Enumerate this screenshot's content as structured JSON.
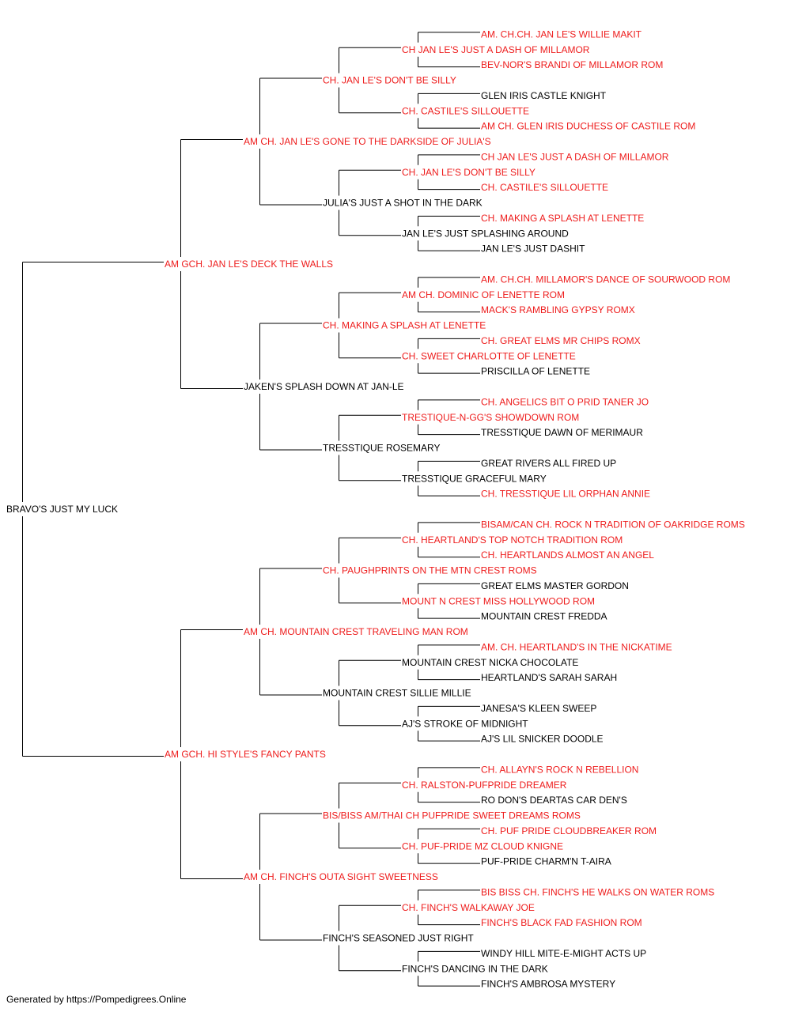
{
  "colors": {
    "champion": "#ee1c1c",
    "regular": "#000000",
    "line": "#000000"
  },
  "pedigree": {
    "subject": {
      "name": "BRAVO'S JUST MY LUCK",
      "red": false
    },
    "sire": {
      "name": "AM GCH. JAN LE'S DECK THE WALLS",
      "red": true,
      "sire": {
        "name": "AM CH. JAN LE'S GONE TO THE DARKSIDE OF JULIA'S",
        "red": true,
        "sire": {
          "name": "CH. JAN LE'S DON'T BE SILLY",
          "red": true,
          "sire": {
            "name": "CH JAN LE'S JUST A DASH OF MILLAMOR",
            "red": true,
            "sire": {
              "name": "AM. CH.CH. JAN LE'S WILLIE MAKIT",
              "red": true
            },
            "dam": {
              "name": "BEV-NOR'S BRANDI OF MILLAMOR ROM",
              "red": true
            }
          },
          "dam": {
            "name": "CH. CASTILE'S SILLOUETTE",
            "red": true,
            "sire": {
              "name": "GLEN IRIS CASTLE KNIGHT",
              "red": false
            },
            "dam": {
              "name": "AM CH. GLEN IRIS DUCHESS OF CASTILE ROM",
              "red": true
            }
          }
        },
        "dam": {
          "name": "JULIA'S JUST A SHOT IN THE DARK",
          "red": false,
          "sire": {
            "name": "CH. JAN LE'S DON'T BE SILLY",
            "red": true,
            "sire": {
              "name": "CH JAN LE'S JUST A DASH OF MILLAMOR",
              "red": true
            },
            "dam": {
              "name": "CH. CASTILE'S SILLOUETTE",
              "red": true
            }
          },
          "dam": {
            "name": "JAN LE'S JUST SPLASHING AROUND",
            "red": false,
            "sire": {
              "name": "CH. MAKING A SPLASH AT LENETTE",
              "red": true
            },
            "dam": {
              "name": "JAN LE'S JUST DASHIT",
              "red": false
            }
          }
        }
      },
      "dam": {
        "name": "JAKEN'S SPLASH DOWN AT JAN-LE",
        "red": false,
        "sire": {
          "name": "CH. MAKING A SPLASH AT LENETTE",
          "red": true,
          "sire": {
            "name": "AM CH. DOMINIC OF LENETTE ROM",
            "red": true,
            "sire": {
              "name": "AM. CH.CH. MILLAMOR'S DANCE OF SOURWOOD ROM",
              "red": true
            },
            "dam": {
              "name": "MACK'S RAMBLING GYPSY ROMX",
              "red": true
            }
          },
          "dam": {
            "name": "CH. SWEET CHARLOTTE OF LENETTE",
            "red": true,
            "sire": {
              "name": "CH. GREAT ELMS MR CHIPS ROMX",
              "red": true
            },
            "dam": {
              "name": "PRISCILLA OF LENETTE",
              "red": false
            }
          }
        },
        "dam": {
          "name": "TRESSTIQUE ROSEMARY",
          "red": false,
          "sire": {
            "name": "TRESTIQUE-N-GG'S SHOWDOWN ROM",
            "red": true,
            "sire": {
              "name": "CH. ANGELICS BIT O PRID TANER JO",
              "red": true
            },
            "dam": {
              "name": "TRESSTIQUE DAWN OF MERIMAUR",
              "red": false
            }
          },
          "dam": {
            "name": "TRESSTIQUE GRACEFUL MARY",
            "red": false,
            "sire": {
              "name": "GREAT RIVERS ALL FIRED UP",
              "red": false
            },
            "dam": {
              "name": "CH. TRESSTIQUE LIL ORPHAN ANNIE",
              "red": true
            }
          }
        }
      }
    },
    "dam": {
      "name": "AM GCH. HI STYLE'S FANCY PANTS",
      "red": true,
      "sire": {
        "name": "AM CH. MOUNTAIN CREST TRAVELING MAN ROM",
        "red": true,
        "sire": {
          "name": "CH. PAUGHPRINTS ON THE MTN CREST ROMS",
          "red": true,
          "sire": {
            "name": "CH. HEARTLAND'S TOP NOTCH TRADITION ROM",
            "red": true,
            "sire": {
              "name": "BISAM/CAN CH. ROCK N TRADITION OF OAKRIDGE ROMS",
              "red": true
            },
            "dam": {
              "name": "CH. HEARTLANDS ALMOST AN ANGEL",
              "red": true
            }
          },
          "dam": {
            "name": "MOUNT N CREST MISS HOLLYWOOD ROM",
            "red": true,
            "sire": {
              "name": "GREAT ELMS MASTER GORDON",
              "red": false
            },
            "dam": {
              "name": "MOUNTAIN CREST FREDDA",
              "red": false
            }
          }
        },
        "dam": {
          "name": "MOUNTAIN CREST SILLIE MILLIE",
          "red": false,
          "sire": {
            "name": "MOUNTAIN CREST NICKA CHOCOLATE",
            "red": false,
            "sire": {
              "name": "AM. CH. HEARTLAND'S IN THE NICKATIME",
              "red": true
            },
            "dam": {
              "name": "HEARTLAND'S SARAH SARAH",
              "red": false
            }
          },
          "dam": {
            "name": "AJ'S STROKE OF MIDNIGHT",
            "red": false,
            "sire": {
              "name": "JANESA'S KLEEN SWEEP",
              "red": false
            },
            "dam": {
              "name": "AJ'S LIL SNICKER DOODLE",
              "red": false
            }
          }
        }
      },
      "dam": {
        "name": "AM CH. FINCH'S OUTA SIGHT SWEETNESS",
        "red": true,
        "sire": {
          "name": "BIS/BISS AM/THAI CH PUFPRIDE SWEET DREAMS ROMS",
          "red": true,
          "sire": {
            "name": "CH. RALSTON-PUFPRIDE DREAMER",
            "red": true,
            "sire": {
              "name": "CH. ALLAYN'S ROCK N REBELLION",
              "red": true
            },
            "dam": {
              "name": "RO DON'S DEARTAS CAR DEN'S",
              "red": false
            }
          },
          "dam": {
            "name": "CH. PUF-PRIDE MZ CLOUD KNIGNE",
            "red": true,
            "sire": {
              "name": "CH. PUF PRIDE CLOUDBREAKER ROM",
              "red": true
            },
            "dam": {
              "name": "PUF-PRIDE CHARM'N T-AIRA",
              "red": false
            }
          }
        },
        "dam": {
          "name": "FINCH'S SEASONED JUST RIGHT",
          "red": false,
          "sire": {
            "name": "CH. FINCH'S WALKAWAY JOE",
            "red": true,
            "sire": {
              "name": "BIS BISS CH. FINCH'S HE WALKS ON WATER ROMS",
              "red": true
            },
            "dam": {
              "name": "FINCH'S BLACK FAD FASHION ROM",
              "red": true
            }
          },
          "dam": {
            "name": "FINCH'S DANCING IN THE DARK",
            "red": false,
            "sire": {
              "name": "WINDY HILL MITE-E-MIGHT ACTS UP",
              "red": false
            },
            "dam": {
              "name": "FINCH'S AMBROSA MYSTERY",
              "red": false
            }
          }
        }
      }
    }
  },
  "footer": "Generated by https://Pompedigrees.Online"
}
